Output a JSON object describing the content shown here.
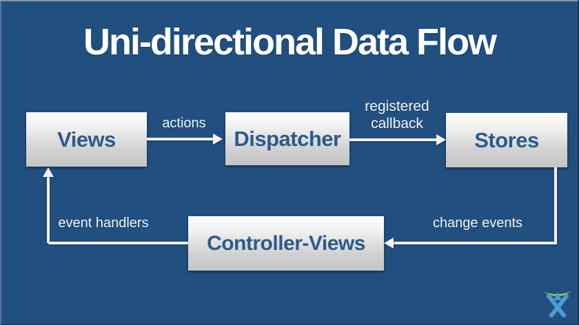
{
  "slide": {
    "title": "Uni-directional Data Flow"
  },
  "colors": {
    "background": "#215080",
    "title_text": "#ffffff",
    "node_text": "#2b5b8d",
    "node_gradient_top": "#ffffff",
    "node_gradient_bottom": "#c5c5c5",
    "arrow": "#f3f3f3",
    "logo_green": "#a3c93a",
    "logo_blue": "#4c9cd6"
  },
  "nodes": {
    "views": {
      "label": "Views"
    },
    "dispatcher": {
      "label": "Dispatcher"
    },
    "stores": {
      "label": "Stores"
    },
    "controller_views": {
      "label": "Controller-Views"
    }
  },
  "edges": {
    "views_to_dispatcher": {
      "from": "Views",
      "to": "Dispatcher",
      "label": "actions"
    },
    "dispatcher_to_stores": {
      "from": "Dispatcher",
      "to": "Stores",
      "label": "registered callback",
      "label_lines": [
        "registered",
        "callback"
      ]
    },
    "stores_to_controller_views": {
      "from": "Stores",
      "to": "Controller-Views",
      "label": "change events"
    },
    "controller_views_to_views": {
      "from": "Controller-Views",
      "to": "Views",
      "label": "event handlers"
    }
  },
  "logo": {
    "icon": "atlassian-logo"
  }
}
